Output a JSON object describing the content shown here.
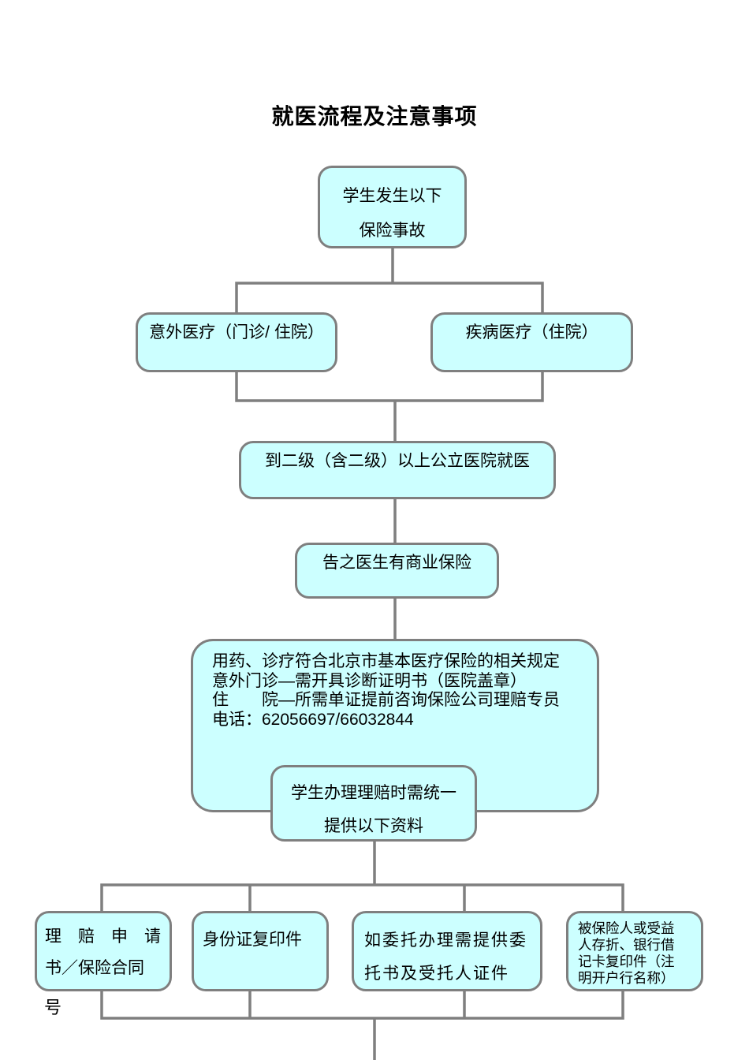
{
  "title": "就医流程及注意事项",
  "colors": {
    "box_fill": "#CCFFFF",
    "box_border": "#7F7F7F",
    "line_color": "#7F7F7F",
    "text_color": "#000000",
    "page_bg": "#FFFFFF"
  },
  "nodes": {
    "start": {
      "lines": [
        "学生发生以下",
        "保险事故"
      ]
    },
    "accident": {
      "label": "意外医疗（门诊/ 住院）"
    },
    "illness": {
      "label": "疾病医疗（住院）"
    },
    "hospital": {
      "label": "到二级（含二级）以上公立医院就医"
    },
    "inform": {
      "label": "告之医生有商业保险"
    },
    "rules": {
      "lines": [
        "用药、诊疗符合北京市基本医疗保险的相关规定",
        "意外门诊—需开具诊断证明书（医院盖章）",
        "住　　院—所需单证提前咨询保险公司理赔专员",
        "电话：62056697/66032844"
      ]
    },
    "materials": {
      "lines": [
        "学生办理理赔时需统一",
        "提供以下资料"
      ]
    },
    "claim_form": {
      "lines": [
        "理　赔　申　请",
        "书／保险合同"
      ],
      "overflow": "号"
    },
    "id_copy": {
      "label": "身份证复印件"
    },
    "entrust": {
      "lines": [
        "如委托办理需提供委",
        "托书及受托人证件"
      ]
    },
    "bank_card": {
      "lines": [
        "被保险人或受益",
        "人存折、银行借",
        "记卡复印件（注",
        "明开户行名称）"
      ]
    }
  }
}
